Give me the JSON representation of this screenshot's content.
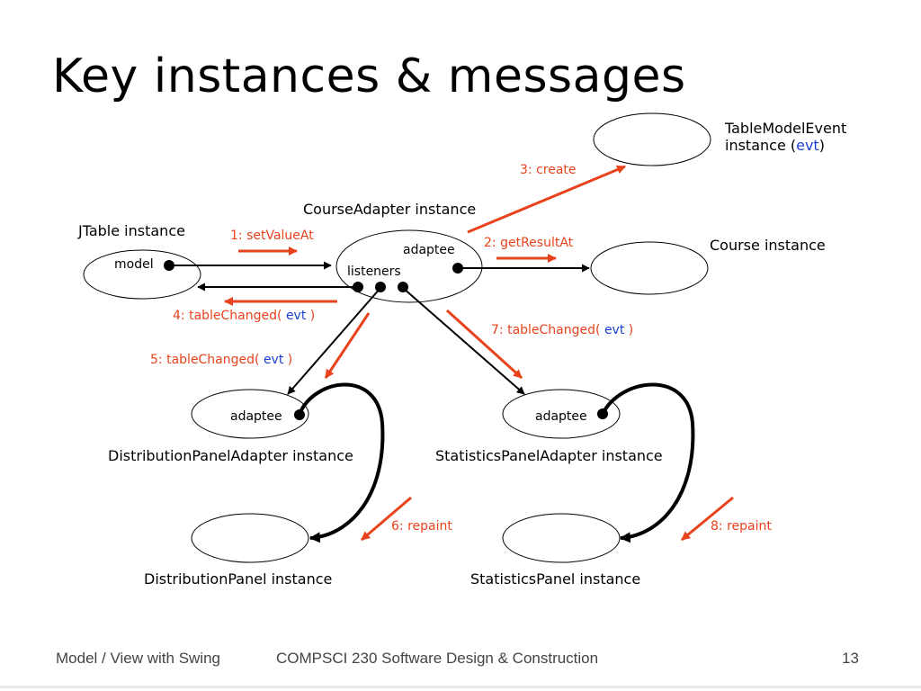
{
  "title": "Key instances & messages",
  "instances": {
    "tablemodelevent": {
      "line1": "TableModelEvent",
      "line2_pre": "instance (",
      "line2_evt": "evt",
      "line2_post": ")"
    },
    "jtable": "JTable instance",
    "courseadapter": "CourseAdapter instance",
    "course": "Course instance",
    "distadapter": "DistributionPanelAdapter instance",
    "statsadapter": "StatisticsPanelAdapter instance",
    "distpanel": "DistributionPanel instance",
    "statspanel": "StatisticsPanel instance"
  },
  "fields": {
    "model": "model",
    "adaptee": "adaptee",
    "listeners": "listeners"
  },
  "messages": {
    "m1": "1: setValueAt",
    "m2": "2: getResultAt",
    "m3": "3: create",
    "m4_pre": "4: tableChanged( ",
    "m5_pre": "5: tableChanged( ",
    "m6": "6:  repaint",
    "m7_pre": "7: tableChanged( ",
    "m8": "8:  repaint",
    "evt": "evt",
    "close": " )"
  },
  "footer": {
    "left": "Model / View with Swing",
    "center": "COMPSCI 230 Software Design & Construction",
    "page": "13"
  },
  "colors": {
    "message": "#e8431c",
    "evt": "#1a3fd0",
    "line": "#000000"
  }
}
